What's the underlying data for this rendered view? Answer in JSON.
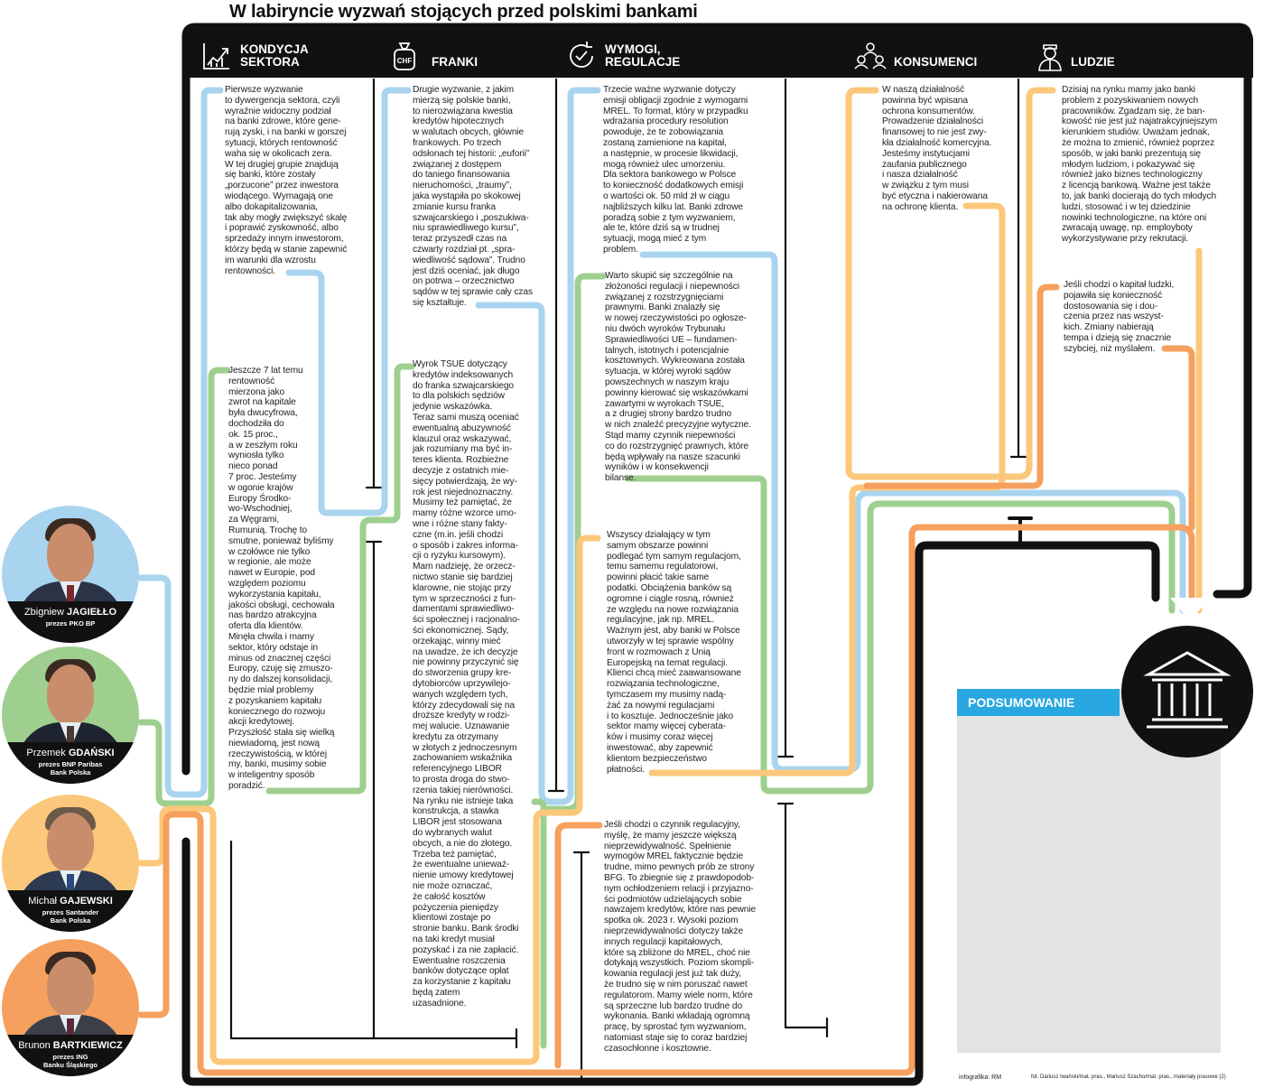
{
  "title": "W labiryncie wyzwań stojących przed polskimi bankami",
  "columns": [
    {
      "label": "KONDYCJA\nSEKTORA",
      "icon": "growth-chart-icon"
    },
    {
      "label": "FRANKI",
      "icon": "chf-money-bag-icon",
      "icon_text": "CHF"
    },
    {
      "label": "WYMOGI,\nREGULACJE",
      "icon": "cycle-arrows-icon"
    },
    {
      "label": "KONSUMENCI",
      "icon": "people-group-icon"
    },
    {
      "label": "LUDZIE",
      "icon": "person-icon"
    }
  ],
  "texts": {
    "kondycja_1": "Pierwsze wyzwanie\nto dywergencja sektora, czyli\nwyraźnie widoczny podział\nna banki zdrowe, które gene-\nrują zyski, i na banki w gorszej\nsytuacji, których rentowność\nwaha się w okolicach zera.\nW tej drugiej grupie znajdują\nsię banki, które zostały\n„porzucone” przez inwestora\nwiodącego. Wymagają one\nalbo dokapitalizowania,\ntak aby mogły zwiększyć skalę\ni poprawić zyskowność, albo\nsprzedaży innym inwestorom,\nktórzy będą w stanie zapewnić\nim warunki dla wzrostu\nrentowności.",
    "kondycja_2": "Jeszcze 7 lat temu\nrentowność\nmierzona jako\nzwrot na kapitale\nbyła dwucyfrowa,\ndochodziła do\nok. 15 proc.,\na w zeszłym roku\nwyniosła tylko\nnieco ponad\n7 proc. Jesteśmy\nw ogonie krajów\nEuropy Środko-\nwo-Wschodniej,\nza Węgrami,\nRumunią. Trochę to\nsmutne, ponieważ byliśmy\nw czołówce nie tylko\nw regionie, ale może\nnawet w Europie, pod\nwzględem poziomu\nwykorzystania kapitału,\njakości obsługi, cechowała\nnas bardzo atrakcyjna\noferta dla klientów.\nMinęła chwila i mamy\nsektor, który odstaje in\nminus od znacznej części\nEuropy, czuję się zmuszo-\nny do dalszej konsolidacji,\nbędzie miał problemy\nz pozyskaniem kapitału\nkoniecznego do rozwoju\nakcji kredytowej.\nPrzyszłość stała się wielką\nniewiadomą, jest nową\nrzeczywistością, w której\nmy, banki, musimy sobie\nw inteligentny sposób\nporadzić.",
    "franki_1": "Drugie wyzwanie, z jakim\nmierzą się polskie banki,\nto nierozwiązana kwestia\nkredytów hipotecznych\nw walutach obcych, głównie\nfrankowych. Po trzech\nodsłonach tej historii: „euforii”\nzwiązanej z dostępem\ndo taniego finansowania\nnieruchomości, „traumy”,\njaka wystąpiła po skokowej\nzmianie kursu franka\nszwajcarskiego i „poszukiwa-\nniu sprawiedliwego kursu”,\nteraz przyszedł czas na\nczwarty rozdział pt. „spra-\nwiedliwość sądowa”. Trudno\njest dziś oceniać, jak długo\non potrwa – orzecznictwo\nsądów w tej sprawie cały czas\nsię kształtuje.",
    "franki_2": "Wyrok TSUE dotyczący\nkredytów indeksowanych\ndo franka szwajcarskiego\nto dla polskich sędziów\njedynie wskazówka.\nTeraz sami muszą oceniać\newentualną abuzywność\nklauzul oraz wskazywać,\njak rozumiany ma być in-\nteres klienta. Rozbieżne\ndecyzje z ostatnich mie-\nsięcy potwierdzają, że wy-\nrok jest niejednoznaczny.\nMusimy też pamiętać, że\nmamy różne wzorce umo-\nwne i różne stany fakty-\nczne (m.in. jeśli chodzi\no sposób i zakres informa-\ncji o ryzyku kursowym).\nMam nadzieję, że orzecz-\nnictwo stanie się bardziej\nklarowne, nie stojąc przy\ntym w sprzeczności z fun-\ndamentami sprawiedliwo-\nści społecznej i racjonalno-\nści ekonomicznej. Sądy,\norzekając, winny mieć\nna uwadze, że ich decyzje\nnie powinny przyczynić się\ndo stworzenia grupy kre-\ndytobiorców uprzywilejo-\nwanych względem tych,\nktórzy zdecydowali się na\ndroższe kredyty w rodzi-\nmej walucie. Uznawanie\nkredytu za otrzymany\nw złotych z jednoczesnym\nzachowaniem wskaźnika\nreferencyjnego LIBOR\nto prosta droga do stwo-\nrzenia takiej nierówności.\nNa rynku nie istnieje taka\nkonstrukcja, a stawka\nLIBOR jest stosowana\ndo wybranych walut\nobcych, a nie do złotego.\nTrzeba też pamiętać,\nże ewentualne unieważ-\nnienie umowy kredytowej\nnie może oznaczać,\nże całość kosztów\npożyczenia pieniędzy\nklientowi zostaje po\nstronie banku. Bank środki\nna taki kredyt musiał\npozyskać i za nie zapłacić.\nEwentualne roszczenia\nbanków dotyczące opłat\nza korzystanie z kapitału\nbędą zatem\nuzasadnione.",
    "wymogi_1": "Trzecie ważne wyzwanie dotyczy\nemisji obligacji zgodnie z wymogami\nMREL. To format, który w przypadku\nwdrażania procedury resolution\npowoduje, że te zobowiązania\nzostaną zamienione na kapitał,\na następnie, w procesie likwidacji,\nmogą również ulec umorzeniu.\nDla sektora bankowego w Polsce\nto konieczność dodatkowych emisji\no wartości ok. 50 mld zł w ciągu\nnajbliższych kilku lat. Banki zdrowe\nporadzą sobie z tym wyzwaniem,\nale te, które dziś są w trudnej\nsytuacji, mogą mieć z tym\nproblem.",
    "wymogi_2": "Warto skupić się szczególnie na\nzłożoności regulacji i niepewności\nzwiązanej z rozstrzygnięciami\nprawnymi. Banki znalazły się\nw nowej rzeczywistości po ogłosze-\nniu dwóch wyroków Trybunału\nSprawiedliwości UE – fundamen-\ntalnych, istotnych i potencjalnie\nkosztownych. Wykreowana została\nsytuacja, w której wyroki sądów\npowszechnych w naszym kraju\npowinny kierować się wskazówkami\nzawartymi w wyrokach TSUE,\na z drugiej strony bardzo trudno\nw nich znaleźć precyzyjne wytyczne.\nStąd mamy czynnik niepewności\nco do rozstrzygnięć prawnych, które\nbędą wpływały na nasze szacunki\nwyników i w konsekwencji\nbilanse.",
    "wymogi_3": "Wszyscy działający w tym\nsamym obszarze powinni\npodlegać tym samym regulacjom,\ntemu samemu regulatorowi,\npowinni płacić takie same\npodatki. Obciążenia banków są\nogromne i ciągle rosną, również\nze względu na nowe rozwiązania\nregulacyjne, jak np. MREL.\nWażnym jest, aby banki w Polsce\nutworzyły w tej sprawie wspólny\nfront w rozmowach z Unią\nEuropejską na temat regulacji.\nKlienci chcą mieć zaawansowane\nrozwiązania technologiczne,\ntymczasem my musimy nadą-\nżać za nowymi regulacjami\ni to kosztuje. Jednocześnie jako\nsektor mamy więcej cyberata-\nków i musimy coraz więcej\ninwestować, aby zapewnić\nklientom bezpieczeństwo\npłatności.",
    "wymogi_4": "Jeśli chodzi o czynnik regulacyjny,\nmyślę, że mamy jeszcze większą\nnieprzewidywalność. Spełnienie\nwymogów MREL faktycznie będzie\ntrudne, mimo pewnych prób ze strony\nBFG. To zbiegnie się z prawdopodob-\nnym ochłodzeniem relacji i przyjazno-\nści podmiotów udzielających sobie\nnawzajem kredytów, które nas pewnie\nspotka ok. 2023 r. Wysoki poziom\nnieprzewidywalności dotyczy także\ninnych regulacji kapitałowych,\nktóre są zbliżone do MREL, choć nie\ndotykają wszystkich. Poziom skompli-\nkowania regulacji jest już tak duży,\nże trudno się w nim poruszać nawet\nregulatorom. Mamy wiele norm, które\nsą sprzeczne lub bardzo trudne do\nwykonania. Banki wkładają ogromną\npracę, by sprostać tym wyzwaniom,\nnatomiast staje się to coraz bardziej\nczasochłonne i kosztowne.",
    "konsumenci_1": "W naszą działalność\npowinna być wpisana\nochrona konsumentów.\nProwadzenie działalności\nfinansowej to nie jest zwy-\nkła działalność komercyjna.\nJesteśmy instytucjami\nzaufania publicznego\ni nasza działalność\nw związku z tym musi\nbyć etyczna i nakierowana\nna ochronę klienta.",
    "ludzie_1": "Dzisiaj na rynku mamy jako banki\nproblem z pozyskiwaniem nowych\npracowników. Zgadzam się, że ban-\nkowość nie jest już najatrakcyjniejszym\nkierunkiem studiów. Uważam jednak,\nże można to zmienić, również poprzez\nsposób, w jaki banki prezentują się\nmłodym ludziom, i pokazywać się\nrównież jako biznes technologiczny\nz licencją bankową. Ważne jest także\nto, jak banki docierają do tych młodych\nludzi, stosować i w tej dziedzinie\nnowinki technologiczne, na które oni\nzwracają uwagę, np. employboty\nwykorzystywane przy rekrutacji.",
    "ludzie_2": "Jeśli chodzi o kapitał ludzki,\npojawiła się konieczność\ndostosowania się i dou-\nczenia przez nas wszyst-\nkich. Zmiany nabierają\ntempa i dzieją się znacznie\nszybciej, niż myślałem."
  },
  "people": [
    {
      "first": "Zbigniew",
      "last": "JAGIEŁŁO",
      "role": "prezes PKO BP",
      "color": "#a8d4ef",
      "line_color": "#a8d4ef"
    },
    {
      "first": "Przemek",
      "last": "GDAŃSKI",
      "role": "prezes BNP Paribas\nBank Polska",
      "color": "#9fcf8f",
      "line_color": "#9fcf8f"
    },
    {
      "first": "Michał",
      "last": "GAJEWSKI",
      "role": "prezes Santander\nBank Polska",
      "color": "#fbc77a",
      "line_color": "#fbc77a"
    },
    {
      "first": "Brunon",
      "last": "BARTKIEWICZ",
      "role": "prezes ING\nBanku Śląskiego",
      "color": "#f5a05e",
      "line_color": "#f5a05e"
    }
  ],
  "colors": {
    "black": "#111111",
    "blue": "#a8d4ef",
    "green": "#9fcf8f",
    "yellow": "#fbc77a",
    "orange": "#f5a05e",
    "summary_blue": "#29a7e0",
    "summary_bg": "#e3e3e3"
  },
  "summary": {
    "label": "PODSUMOWANIE",
    "bank_icon": "bank-building-icon"
  },
  "credits": {
    "left": "infografika: RM",
    "right": "fot. Dariusz Iwański/mat. pras., Mariusz Szacho/mat. pras., materiały prasowe (2)"
  }
}
